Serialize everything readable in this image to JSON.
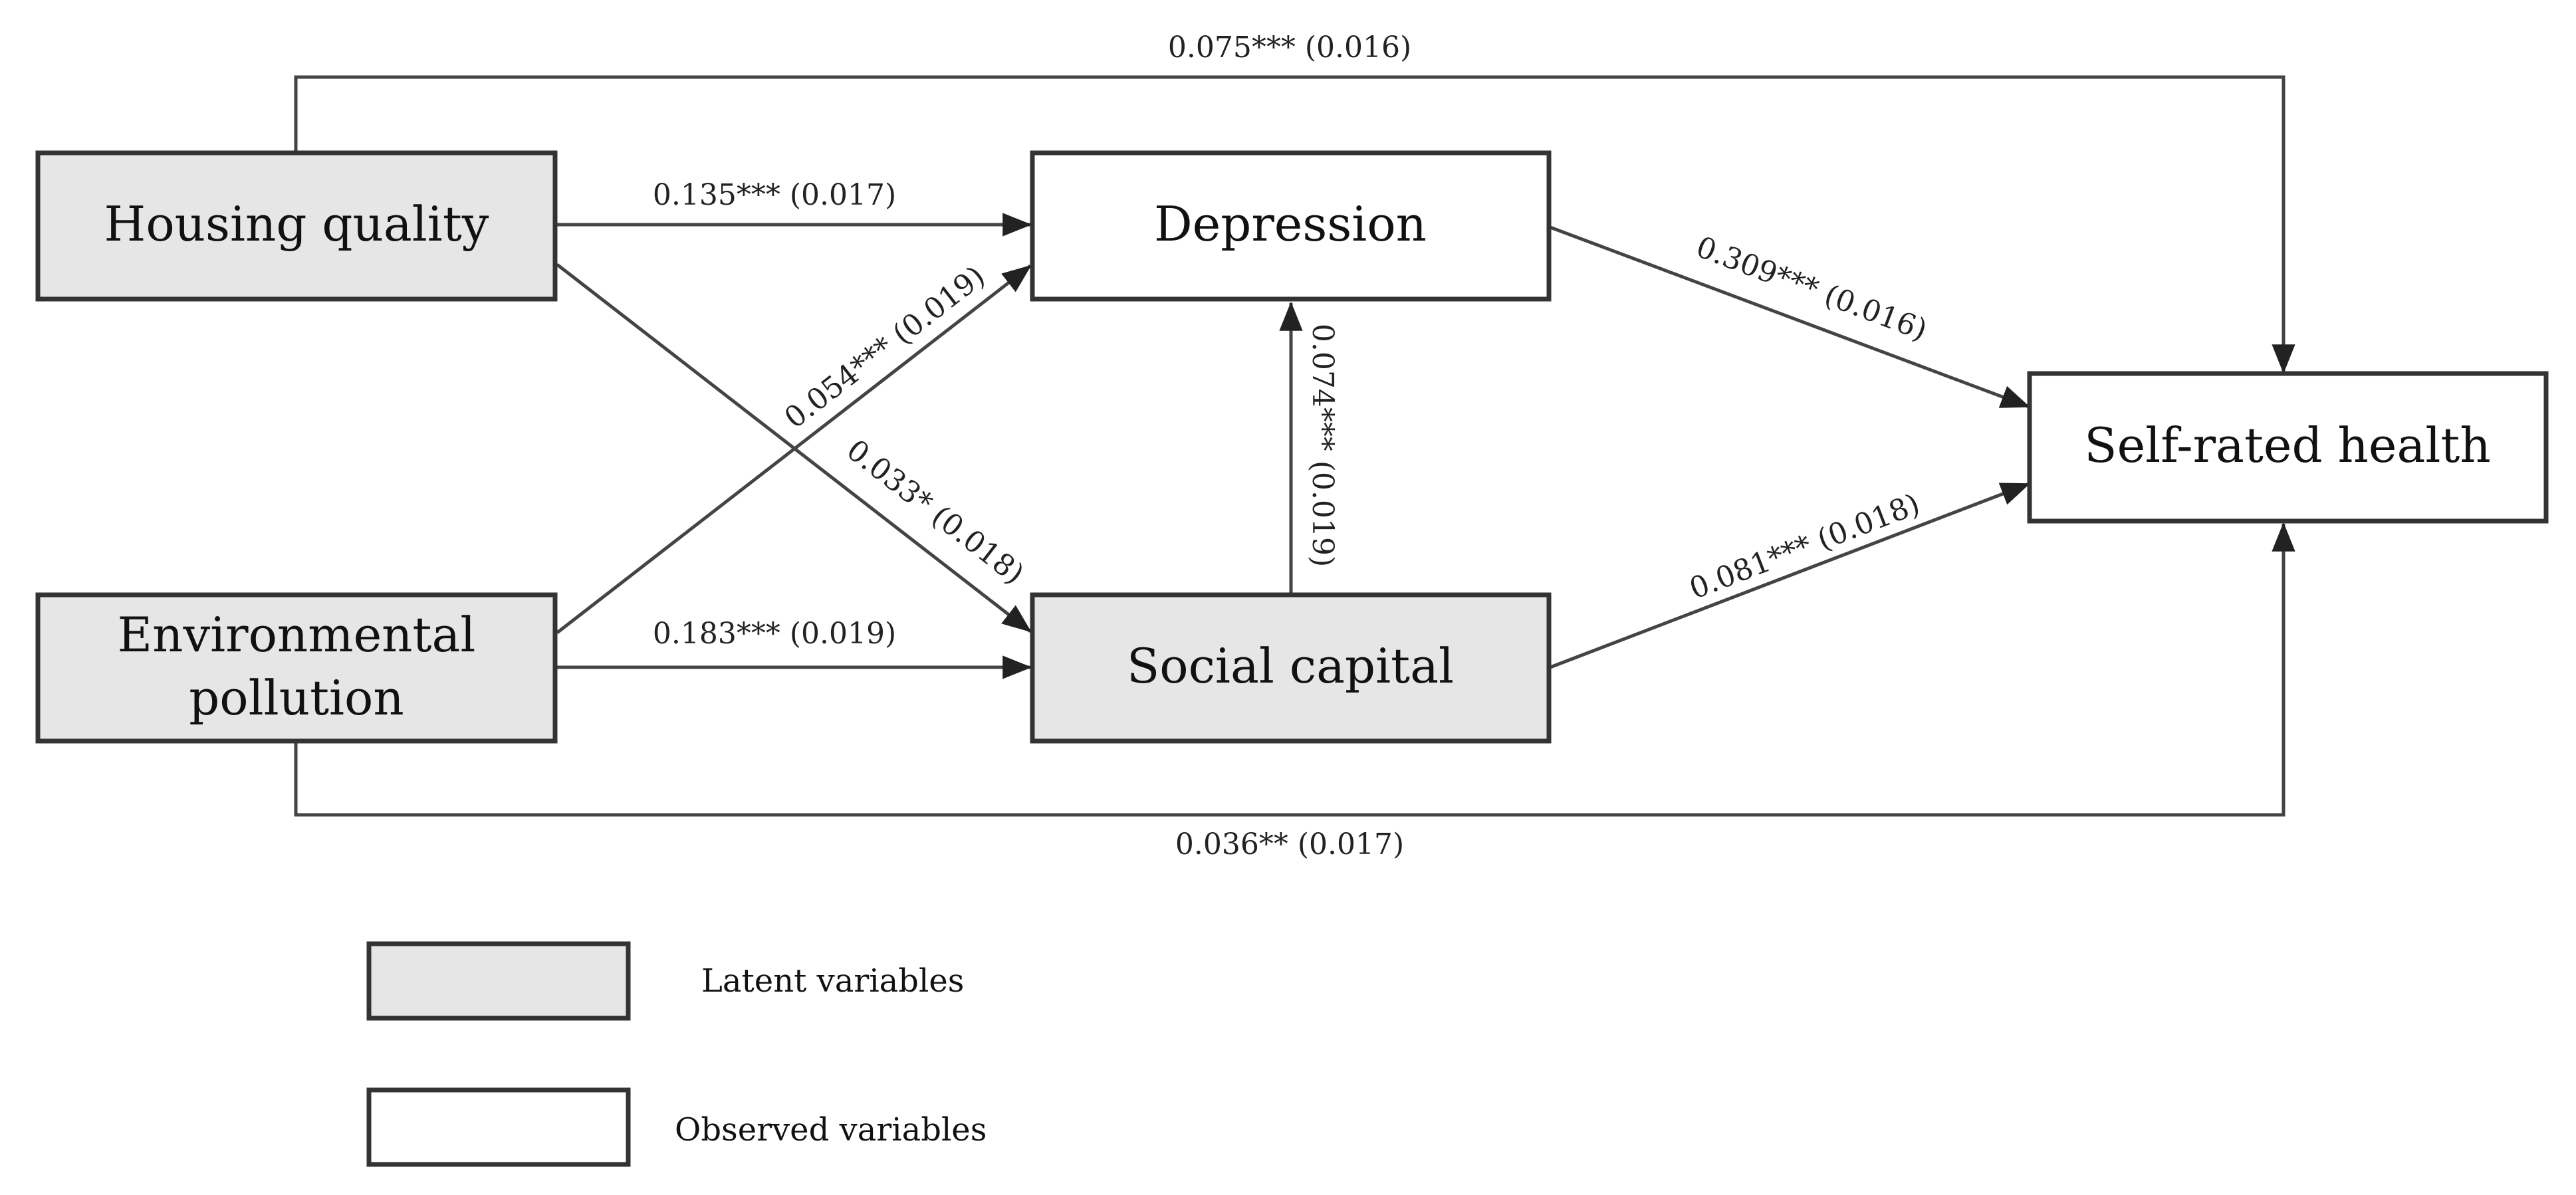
{
  "nodes": {
    "housing_quality": {
      "label": "Housing quality",
      "kind": "latent"
    },
    "environmental_pollution": {
      "line1": "Environmental",
      "line2": "pollution",
      "kind": "latent"
    },
    "depression": {
      "label": "Depression",
      "kind": "observed"
    },
    "social_capital": {
      "label": "Social capital",
      "kind": "latent"
    },
    "self_rated_health": {
      "label": "Self-rated health",
      "kind": "observed"
    }
  },
  "edges": {
    "housing_to_health": {
      "from": "Housing quality",
      "to": "Self-rated health",
      "label": "0.075*** (0.016)"
    },
    "housing_to_depression": {
      "from": "Housing quality",
      "to": "Depression",
      "label": "0.135*** (0.017)"
    },
    "pollution_to_depression": {
      "from": "Environmental pollution",
      "to": "Depression",
      "label": "0.054*** (0.019)"
    },
    "housing_to_social": {
      "from": "Housing quality",
      "to": "Social capital",
      "label": "0.033* (0.018)"
    },
    "pollution_to_social": {
      "from": "Environmental pollution",
      "to": "Social capital",
      "label": "0.183*** (0.019)"
    },
    "social_to_depression": {
      "from": "Social capital",
      "to": "Depression",
      "label": "0.074*** (0.019)"
    },
    "depression_to_health": {
      "from": "Depression",
      "to": "Self-rated health",
      "label": "0.309*** (0.016)"
    },
    "social_to_health": {
      "from": "Social capital",
      "to": "Self-rated health",
      "label": "0.081*** (0.018)"
    },
    "pollution_to_health": {
      "from": "Environmental pollution",
      "to": "Self-rated health",
      "label": "0.036** (0.017)"
    }
  },
  "legend": {
    "latent": "Latent variables",
    "observed": "Observed variables"
  },
  "colors": {
    "latent_fill": "#e6e6e6",
    "observed_fill": "#ffffff",
    "stroke": "#333333"
  }
}
